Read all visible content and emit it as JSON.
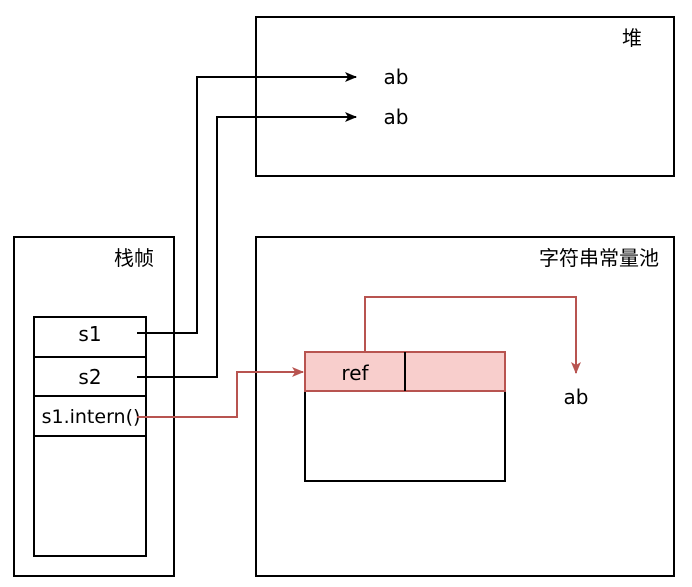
{
  "heap": {
    "title": "堆",
    "items": [
      {
        "label": "ab"
      },
      {
        "label": "ab"
      }
    ]
  },
  "stack_frame": {
    "title": "栈帧",
    "rows": [
      {
        "label": "s1"
      },
      {
        "label": "s2"
      },
      {
        "label": "s1.intern()"
      }
    ]
  },
  "string_pool": {
    "title": "字符串常量池",
    "entry": {
      "key": "ref",
      "value": ""
    },
    "target": "ab"
  },
  "colors": {
    "black": "#000000",
    "accent": "#b85450",
    "entry_fill": "#f8cecc"
  }
}
